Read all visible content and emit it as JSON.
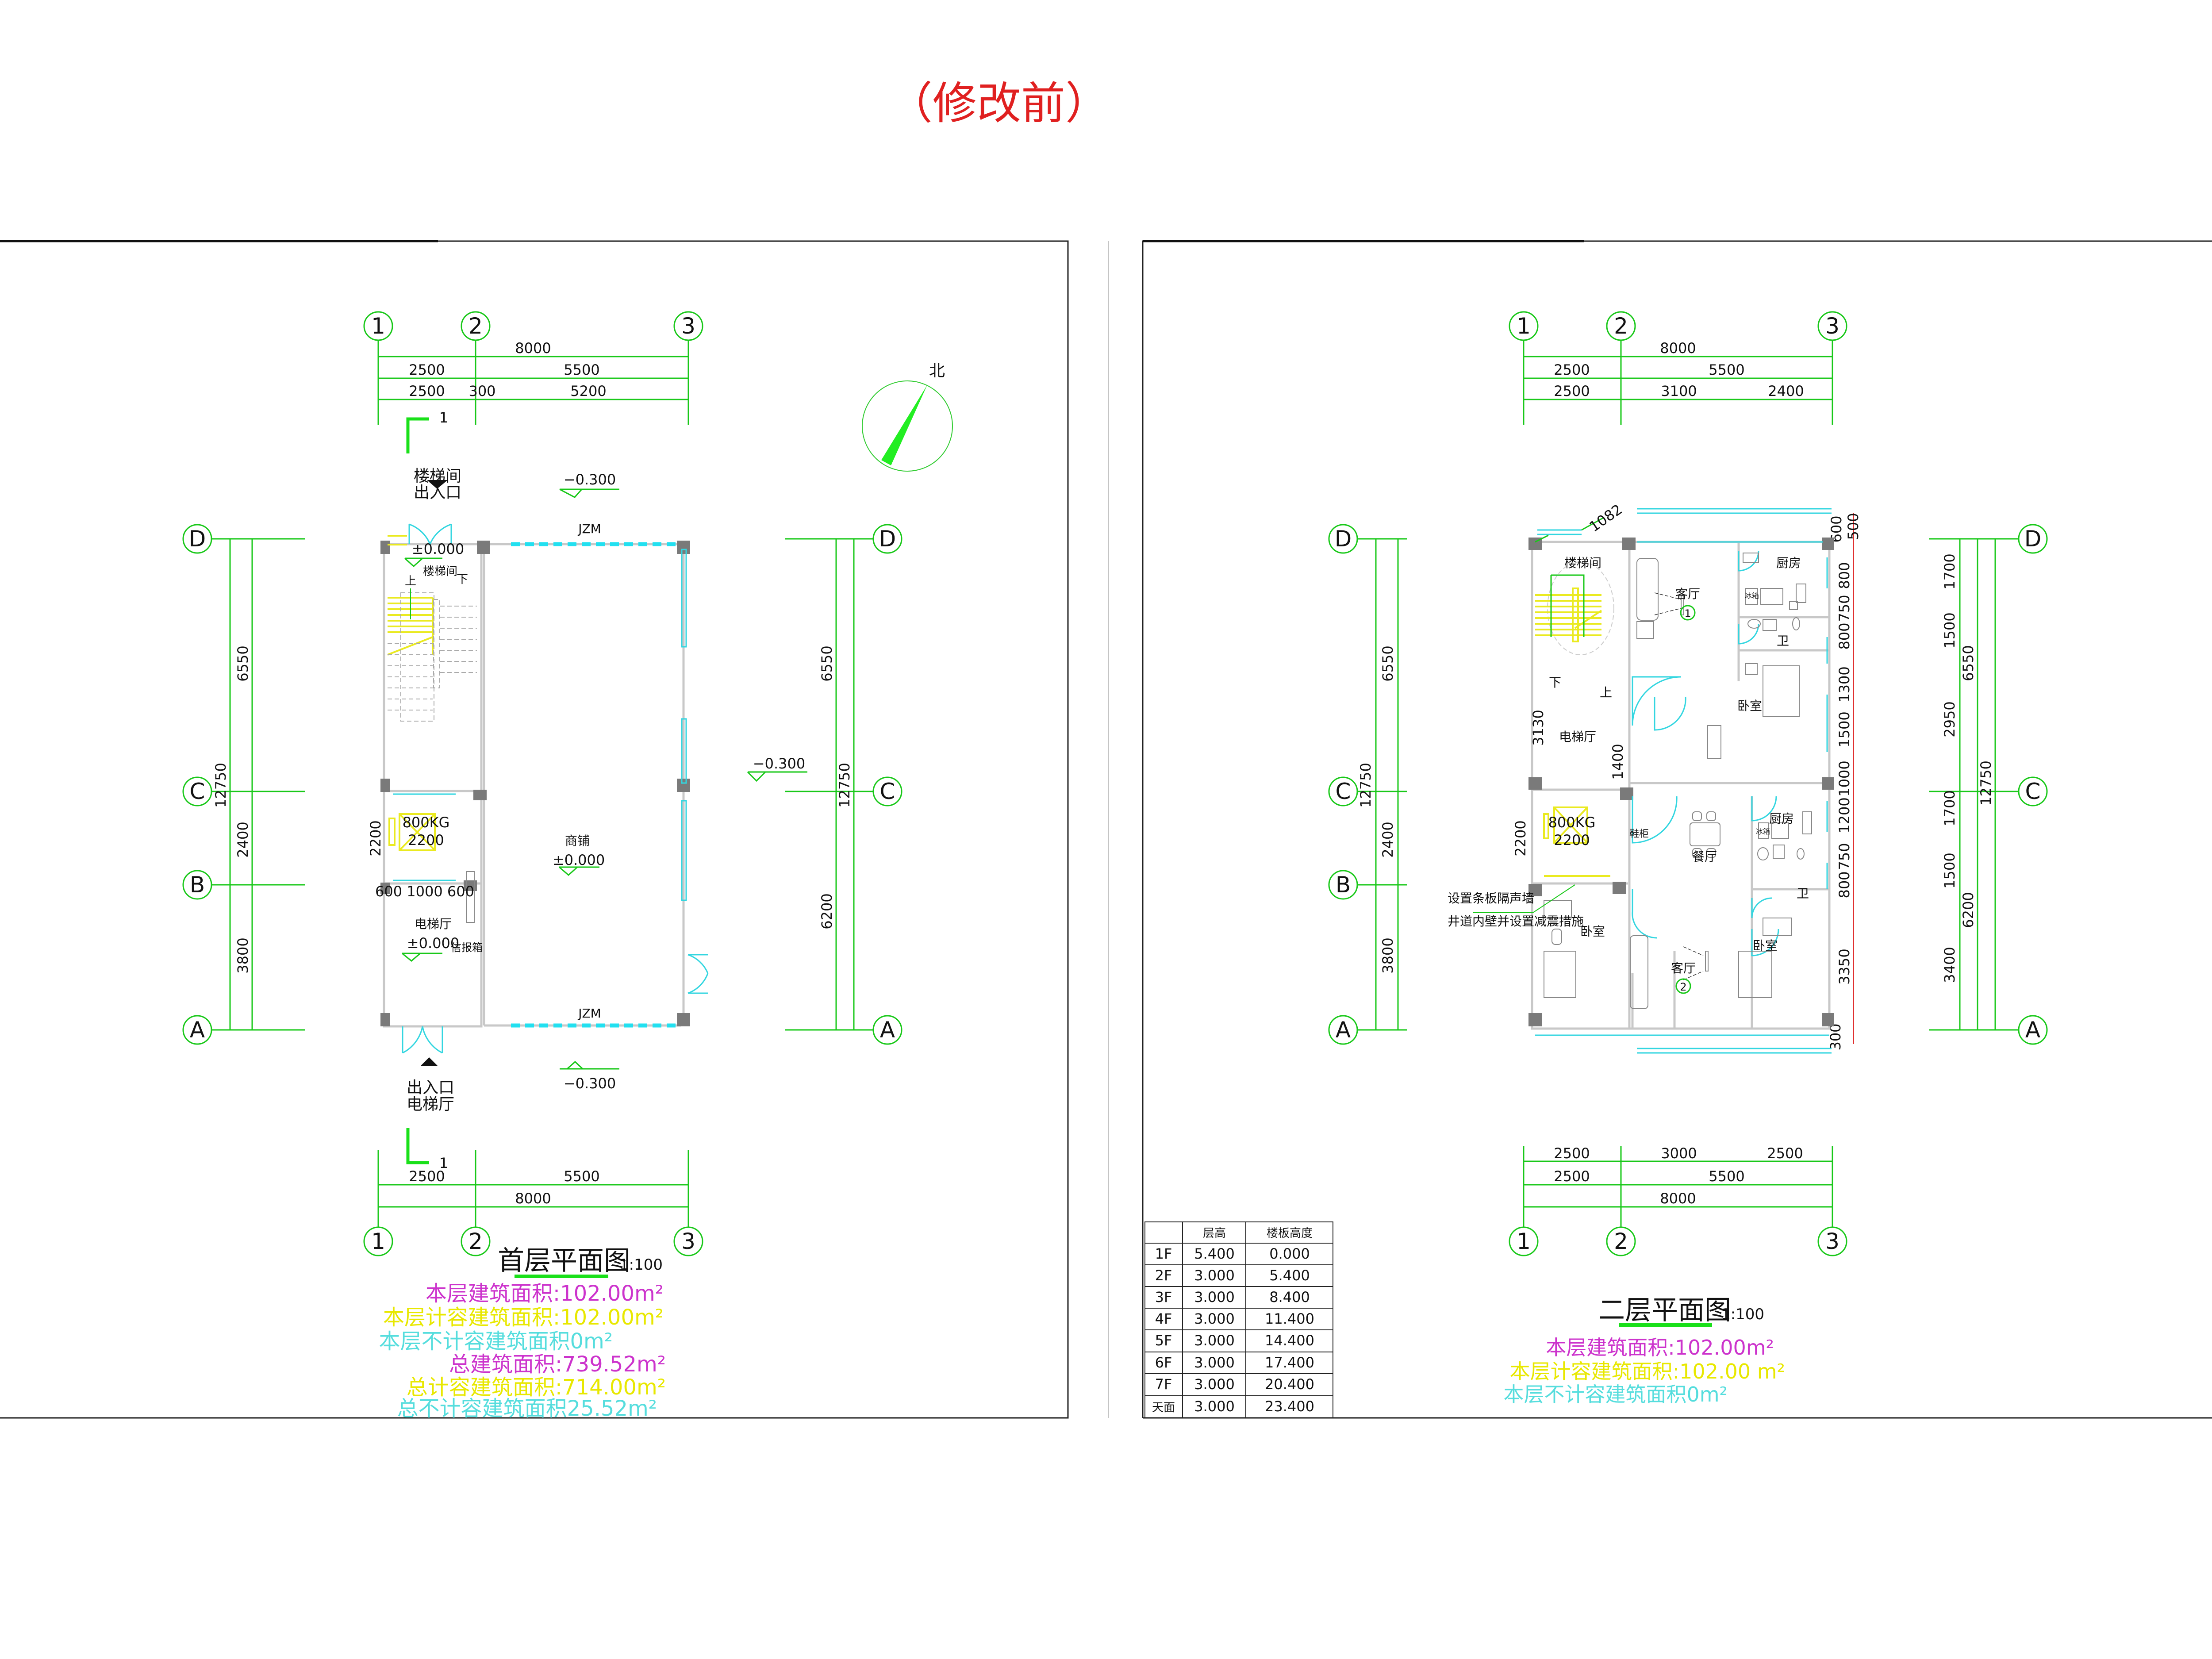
{
  "header": {
    "title": "（修改前）"
  },
  "plan1": {
    "title": "首层平面图",
    "scale": "1:100",
    "axes_x": [
      "1",
      "2",
      "3"
    ],
    "axes_y": [
      "D",
      "C",
      "B",
      "A"
    ],
    "dims_top": {
      "total": "8000",
      "row2": [
        "2500",
        "5500"
      ],
      "row3": [
        "2500",
        "300",
        "5200"
      ]
    },
    "dims_bottom": {
      "row1": [
        "2500",
        "5500"
      ],
      "total": "8000"
    },
    "dims_left": {
      "segments": [
        "6550",
        "2400",
        "3800"
      ],
      "total": "12750"
    },
    "dims_right": {
      "segments": [
        "6550",
        "6200"
      ],
      "total": "12750"
    },
    "section_mark": "1",
    "north_label": "北",
    "labels": {
      "stair_entry": [
        "楼梯间",
        "出入口"
      ],
      "stair_elev": "±0.000",
      "stair_room": "楼梯间",
      "up": "上",
      "down": "下",
      "elev_top": "−0.300",
      "elev_right": "−0.300",
      "elev_bottom": "−0.300",
      "jzm_top": "JZM",
      "jzm_bottom": "JZM",
      "shop": "商铺",
      "shop_elev": "±0.000",
      "lift_capacity": "800KG",
      "lift_size": "2200",
      "lift_dim": "2200",
      "lift_door_dims": "600 1000 600",
      "lobby": "电梯厅",
      "lobby_elev": "±0.000",
      "mailbox": "信报箱",
      "lobby_entry": [
        "出入口",
        "电梯厅"
      ]
    },
    "areas": [
      {
        "text": "本层建筑面积:102.00m²",
        "color": "#cc33cc"
      },
      {
        "text": "本层计容建筑面积:102.00m²",
        "color": "#f0f000"
      },
      {
        "text": "本层不计容建筑面积0m²",
        "color": "#55dddd"
      },
      {
        "text": "总建筑面积:739.52m²",
        "color": "#cc33cc"
      },
      {
        "text": "总计容建筑面积:714.00m²",
        "color": "#f0f000"
      },
      {
        "text": "总不计容建筑面积25.52m²",
        "color": "#55dddd"
      }
    ]
  },
  "plan2": {
    "title": "二层平面图",
    "scale": "1:100",
    "axes_x": [
      "1",
      "2",
      "3"
    ],
    "axes_y": [
      "D",
      "C",
      "B",
      "A"
    ],
    "dims_top": {
      "total": "8000",
      "row2": [
        "2500",
        "5500"
      ],
      "row3": [
        "2500",
        "3100",
        "2400"
      ]
    },
    "dims_bottom": {
      "row1": [
        "2500",
        "3000",
        "2500"
      ],
      "row2": [
        "2500",
        "5500"
      ],
      "total": "8000"
    },
    "dims_left": {
      "segments": [
        "6550",
        "2400",
        "3800"
      ],
      "total": "12750"
    },
    "dims_right_outer": {
      "segments": [
        "1700",
        "1500",
        "2950",
        "1700",
        "1500",
        "3400"
      ],
      "mid": [
        "6550",
        "6200"
      ],
      "total": "12750"
    },
    "dims_right_inner": [
      "600",
      "500",
      "800",
      "750",
      "800",
      "1300",
      "1500",
      "1000",
      "1200",
      "750",
      "800",
      "3350",
      "300"
    ],
    "dims_misc": {
      "stair_window": "1082",
      "lobby_depth": "3130",
      "corridor": "1400",
      "lift_dim": "2200"
    },
    "labels": {
      "stair_room": "楼梯间",
      "up": "上",
      "down": "下",
      "lift_lobby": "电梯厅",
      "lift_capacity": "800KG",
      "lift_size": "2200",
      "living1": "客厅",
      "unit1": "1",
      "kitchen1": "厨房",
      "fridge1": "冰箱",
      "bath1": "卫",
      "bedroom1": "卧室",
      "kitchen2": "厨房",
      "fridge2": "冰箱",
      "dining": "餐厅",
      "bath2": "卫",
      "shoe_cabinet": "鞋柜",
      "bedroom2": "卧室",
      "bedroom3": "卧室",
      "living2": "客厅",
      "unit2": "2",
      "note_line1": "设置条板隔声墙",
      "note_line2": "井道内壁并设置减震措施"
    },
    "areas": [
      {
        "text": "本层建筑面积:102.00m²",
        "color": "#cc33cc"
      },
      {
        "text": "本层计容建筑面积:102.00 m²",
        "color": "#f0f000"
      },
      {
        "text": "本层不计容建筑面积0m²",
        "color": "#55dddd"
      }
    ]
  },
  "floor_table": {
    "headers": [
      "",
      "层高",
      "楼板高度"
    ],
    "rows": [
      [
        "1F",
        "5.400",
        "0.000"
      ],
      [
        "2F",
        "3.000",
        "5.400"
      ],
      [
        "3F",
        "3.000",
        "8.400"
      ],
      [
        "4F",
        "3.000",
        "11.400"
      ],
      [
        "5F",
        "3.000",
        "14.400"
      ],
      [
        "6F",
        "3.000",
        "17.400"
      ],
      [
        "7F",
        "3.000",
        "20.400"
      ],
      [
        "天面",
        "3.000",
        "23.400"
      ]
    ]
  }
}
